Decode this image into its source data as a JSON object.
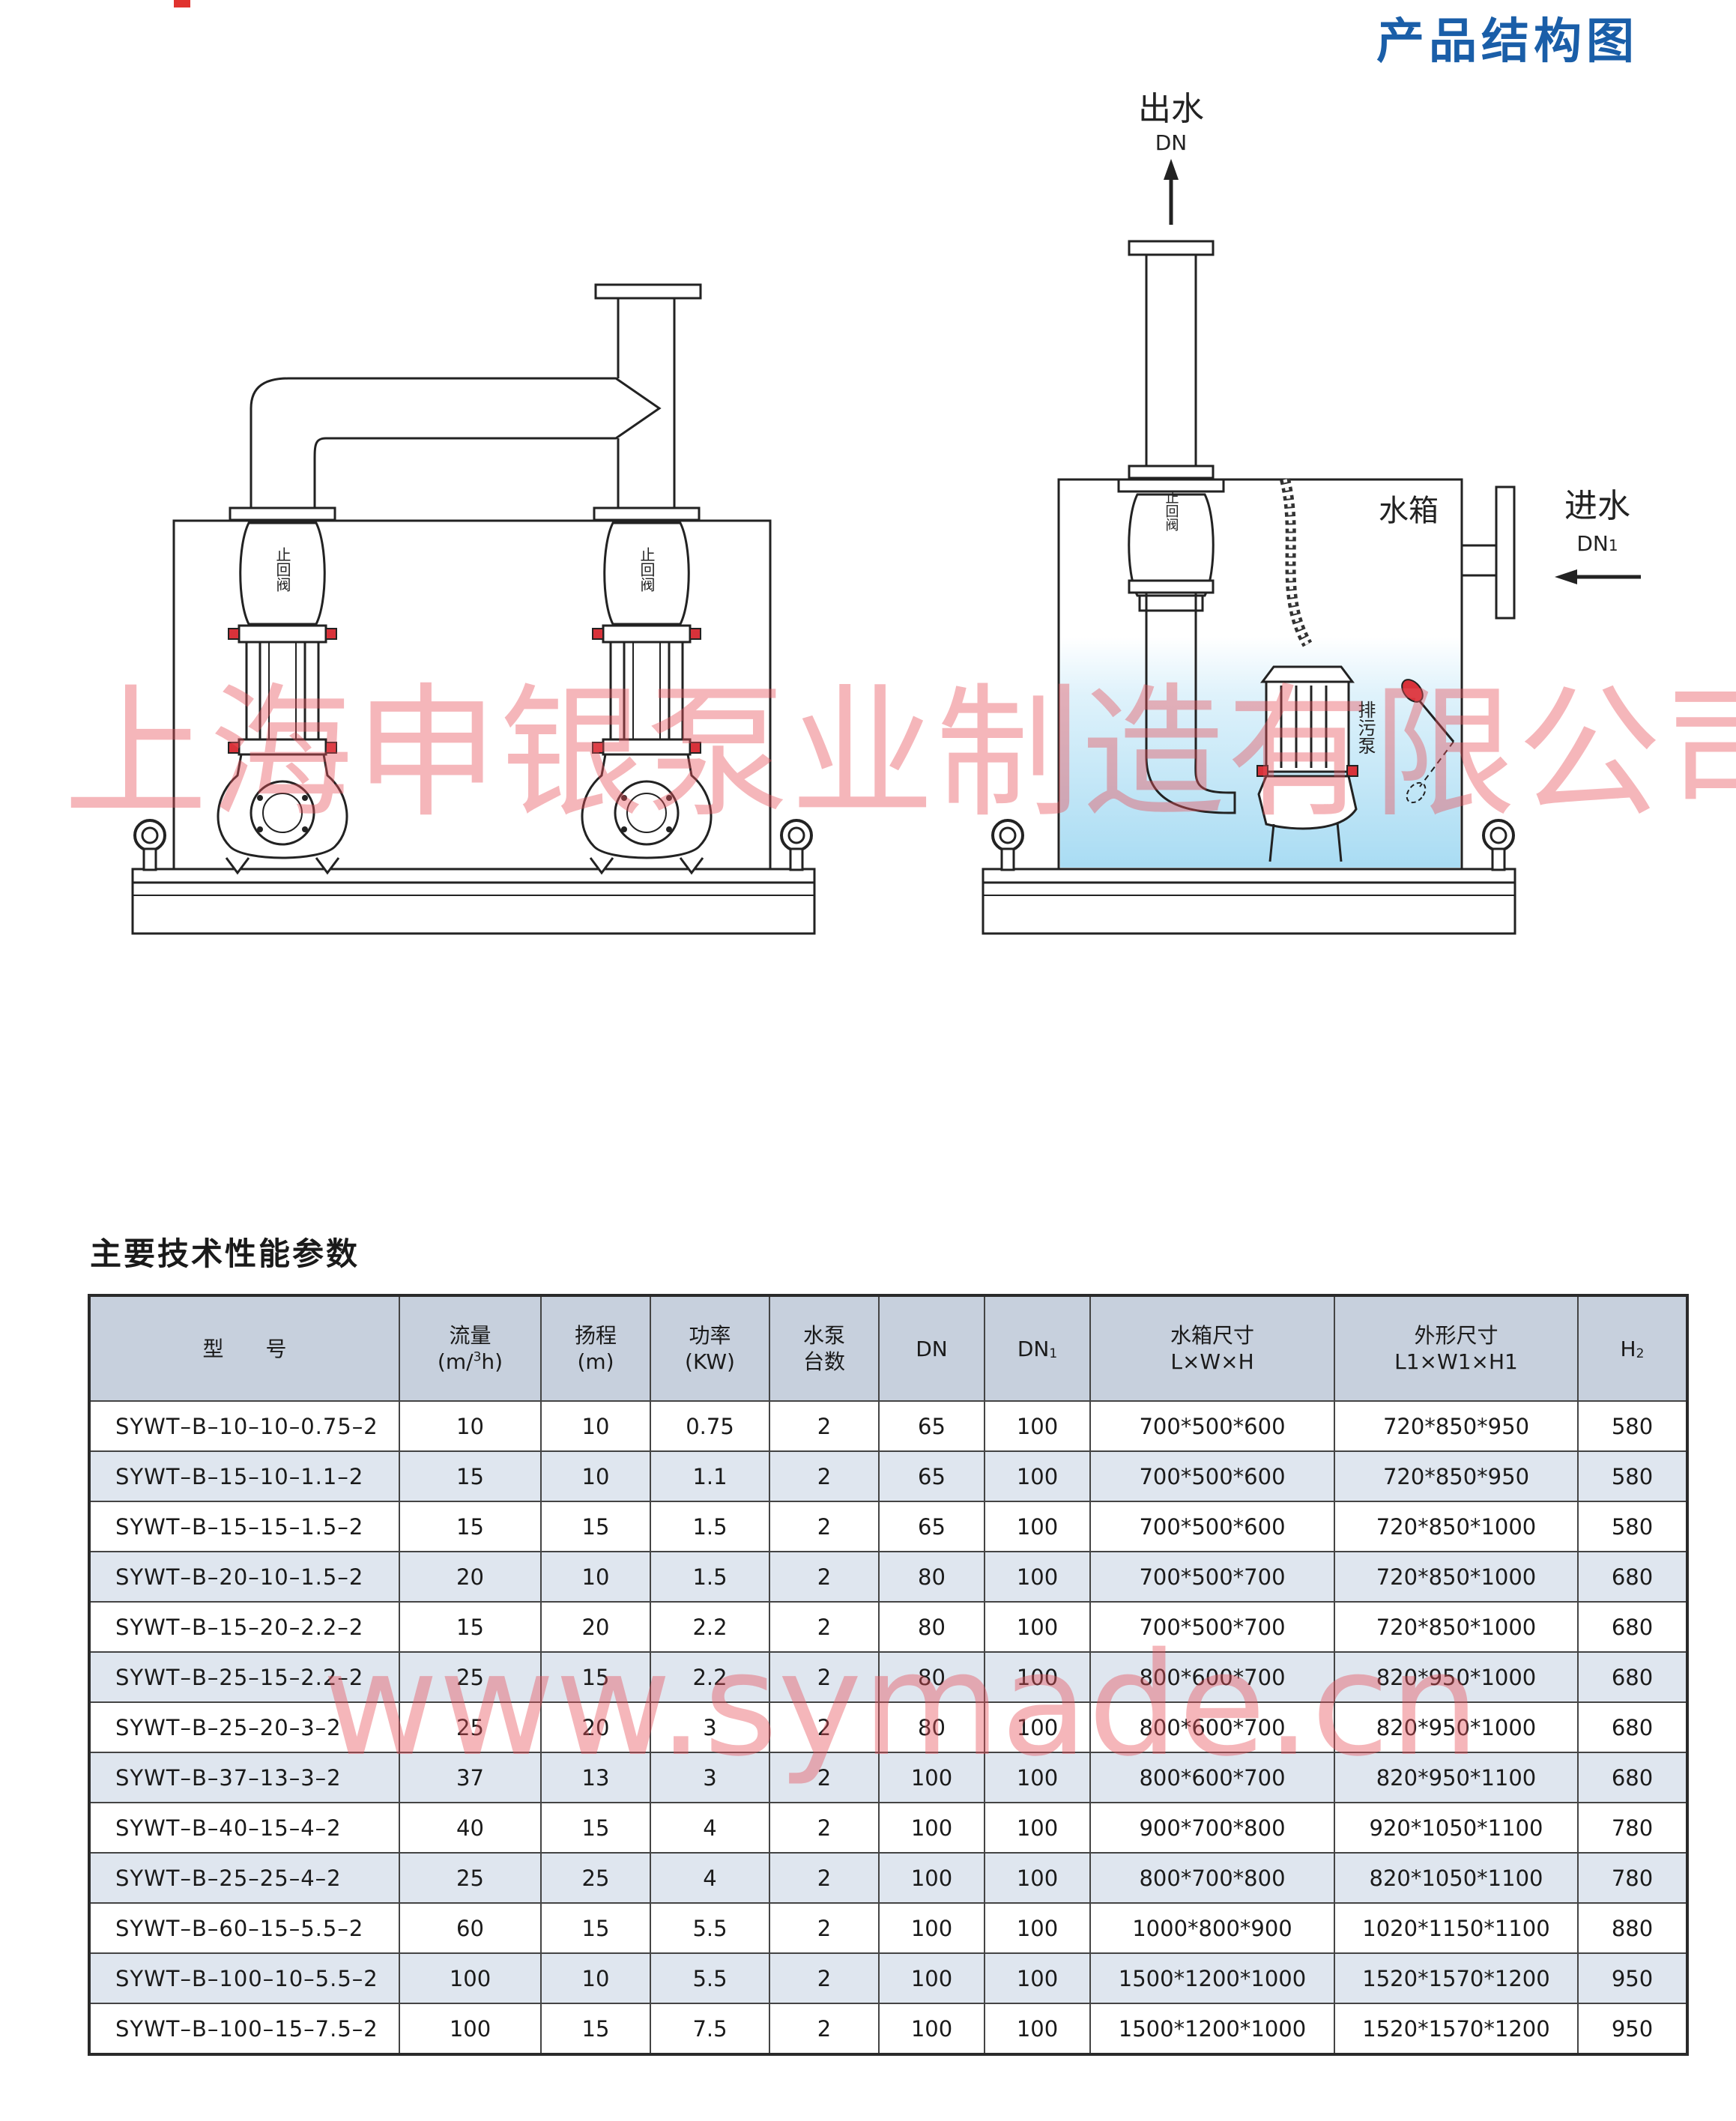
{
  "heading": "产品结构图",
  "colors": {
    "accent": "#1a5ea8",
    "header_bg": "#c7d0dd",
    "stripe_bg": "#dfe6ef",
    "water": "#bfe3f5",
    "valve_red": "#d8323a"
  },
  "diagram": {
    "outlet_label": "出水",
    "outlet_dn": "DN",
    "tank_label": "水箱",
    "inlet_label": "进水",
    "inlet_dn": "DN",
    "inlet_dn_sub": "1",
    "check_valve": "止回阀",
    "sewage_pump": "排污泵"
  },
  "watermarks": {
    "company": "上海申银泵业制造有限公司",
    "site": "www.symade.cn"
  },
  "section_title": "主要技术性能参数",
  "table": {
    "headers": {
      "model": "型　　号",
      "flow_1": "流量",
      "flow_2a": "(m/",
      "flow_sup": "3",
      "flow_2b": "h)",
      "head_1": "扬程",
      "head_2": "(m)",
      "power_1": "功率",
      "power_2": "(KW)",
      "pumps_1": "水泵",
      "pumps_2": "台数",
      "dn": "DN",
      "dn1": "DN",
      "dn1_sub": "1",
      "tank_1": "水箱尺寸",
      "tank_2": "L×W×H",
      "outer_1": "外形尺寸",
      "outer_2": "L1×W1×H1",
      "h2": "H",
      "h2_sub": "2"
    },
    "rows": [
      [
        "SYWT–B–10–10–0.75–2",
        "10",
        "10",
        "0.75",
        "2",
        "65",
        "100",
        "700*500*600",
        "720*850*950",
        "580"
      ],
      [
        "SYWT–B–15–10–1.1–2",
        "15",
        "10",
        "1.1",
        "2",
        "65",
        "100",
        "700*500*600",
        "720*850*950",
        "580"
      ],
      [
        "SYWT–B–15–15–1.5–2",
        "15",
        "15",
        "1.5",
        "2",
        "65",
        "100",
        "700*500*600",
        "720*850*1000",
        "580"
      ],
      [
        "SYWT–B–20–10–1.5–2",
        "20",
        "10",
        "1.5",
        "2",
        "80",
        "100",
        "700*500*700",
        "720*850*1000",
        "680"
      ],
      [
        "SYWT–B–15–20–2.2–2",
        "15",
        "20",
        "2.2",
        "2",
        "80",
        "100",
        "700*500*700",
        "720*850*1000",
        "680"
      ],
      [
        "SYWT–B–25–15–2.2–2",
        "25",
        "15",
        "2.2",
        "2",
        "80",
        "100",
        "800*600*700",
        "820*950*1000",
        "680"
      ],
      [
        "SYWT–B–25–20–3–2",
        "25",
        "20",
        "3",
        "2",
        "80",
        "100",
        "800*600*700",
        "820*950*1000",
        "680"
      ],
      [
        "SYWT–B–37–13–3–2",
        "37",
        "13",
        "3",
        "2",
        "100",
        "100",
        "800*600*700",
        "820*950*1100",
        "680"
      ],
      [
        "SYWT–B–40–15–4–2",
        "40",
        "15",
        "4",
        "2",
        "100",
        "100",
        "900*700*800",
        "920*1050*1100",
        "780"
      ],
      [
        "SYWT–B–25–25–4–2",
        "25",
        "25",
        "4",
        "2",
        "100",
        "100",
        "800*700*800",
        "820*1050*1100",
        "780"
      ],
      [
        "SYWT–B–60–15–5.5–2",
        "60",
        "15",
        "5.5",
        "2",
        "100",
        "100",
        "1000*800*900",
        "1020*1150*1100",
        "880"
      ],
      [
        "SYWT–B–100–10–5.5–2",
        "100",
        "10",
        "5.5",
        "2",
        "100",
        "100",
        "1500*1200*1000",
        "1520*1570*1200",
        "950"
      ],
      [
        "SYWT–B–100–15–7.5–2",
        "100",
        "15",
        "7.5",
        "2",
        "100",
        "100",
        "1500*1200*1000",
        "1520*1570*1200",
        "950"
      ]
    ]
  }
}
